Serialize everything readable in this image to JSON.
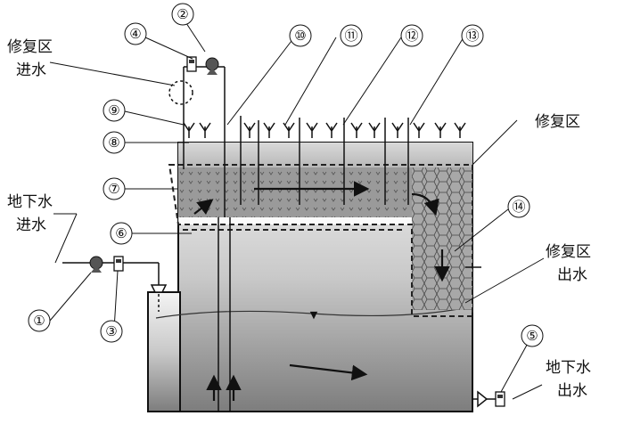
{
  "labels": {
    "repair_inlet": [
      "修复区",
      "进水"
    ],
    "repair_zone": "修复区",
    "groundwater_inlet": [
      "地下水",
      "进水"
    ],
    "repair_outlet": [
      "修复区",
      "出水"
    ],
    "groundwater_outlet": [
      "地下水",
      "出水"
    ]
  },
  "callouts": [
    "①",
    "②",
    "③",
    "④",
    "⑤",
    "⑥",
    "⑦",
    "⑧",
    "⑨",
    "⑩",
    "⑪",
    "⑫",
    "⑬",
    "⑭"
  ],
  "colors": {
    "line": "#111111",
    "tank_top": "#f2f2f2",
    "tank_bottom": "#7a7a7a",
    "media": "#9a9a9a",
    "dashed": "#222222"
  },
  "icons": {
    "pump": "pump-icon",
    "flowmeter": "flowmeter-icon",
    "plant": "plant-icon",
    "arrow": "flow-arrow"
  }
}
